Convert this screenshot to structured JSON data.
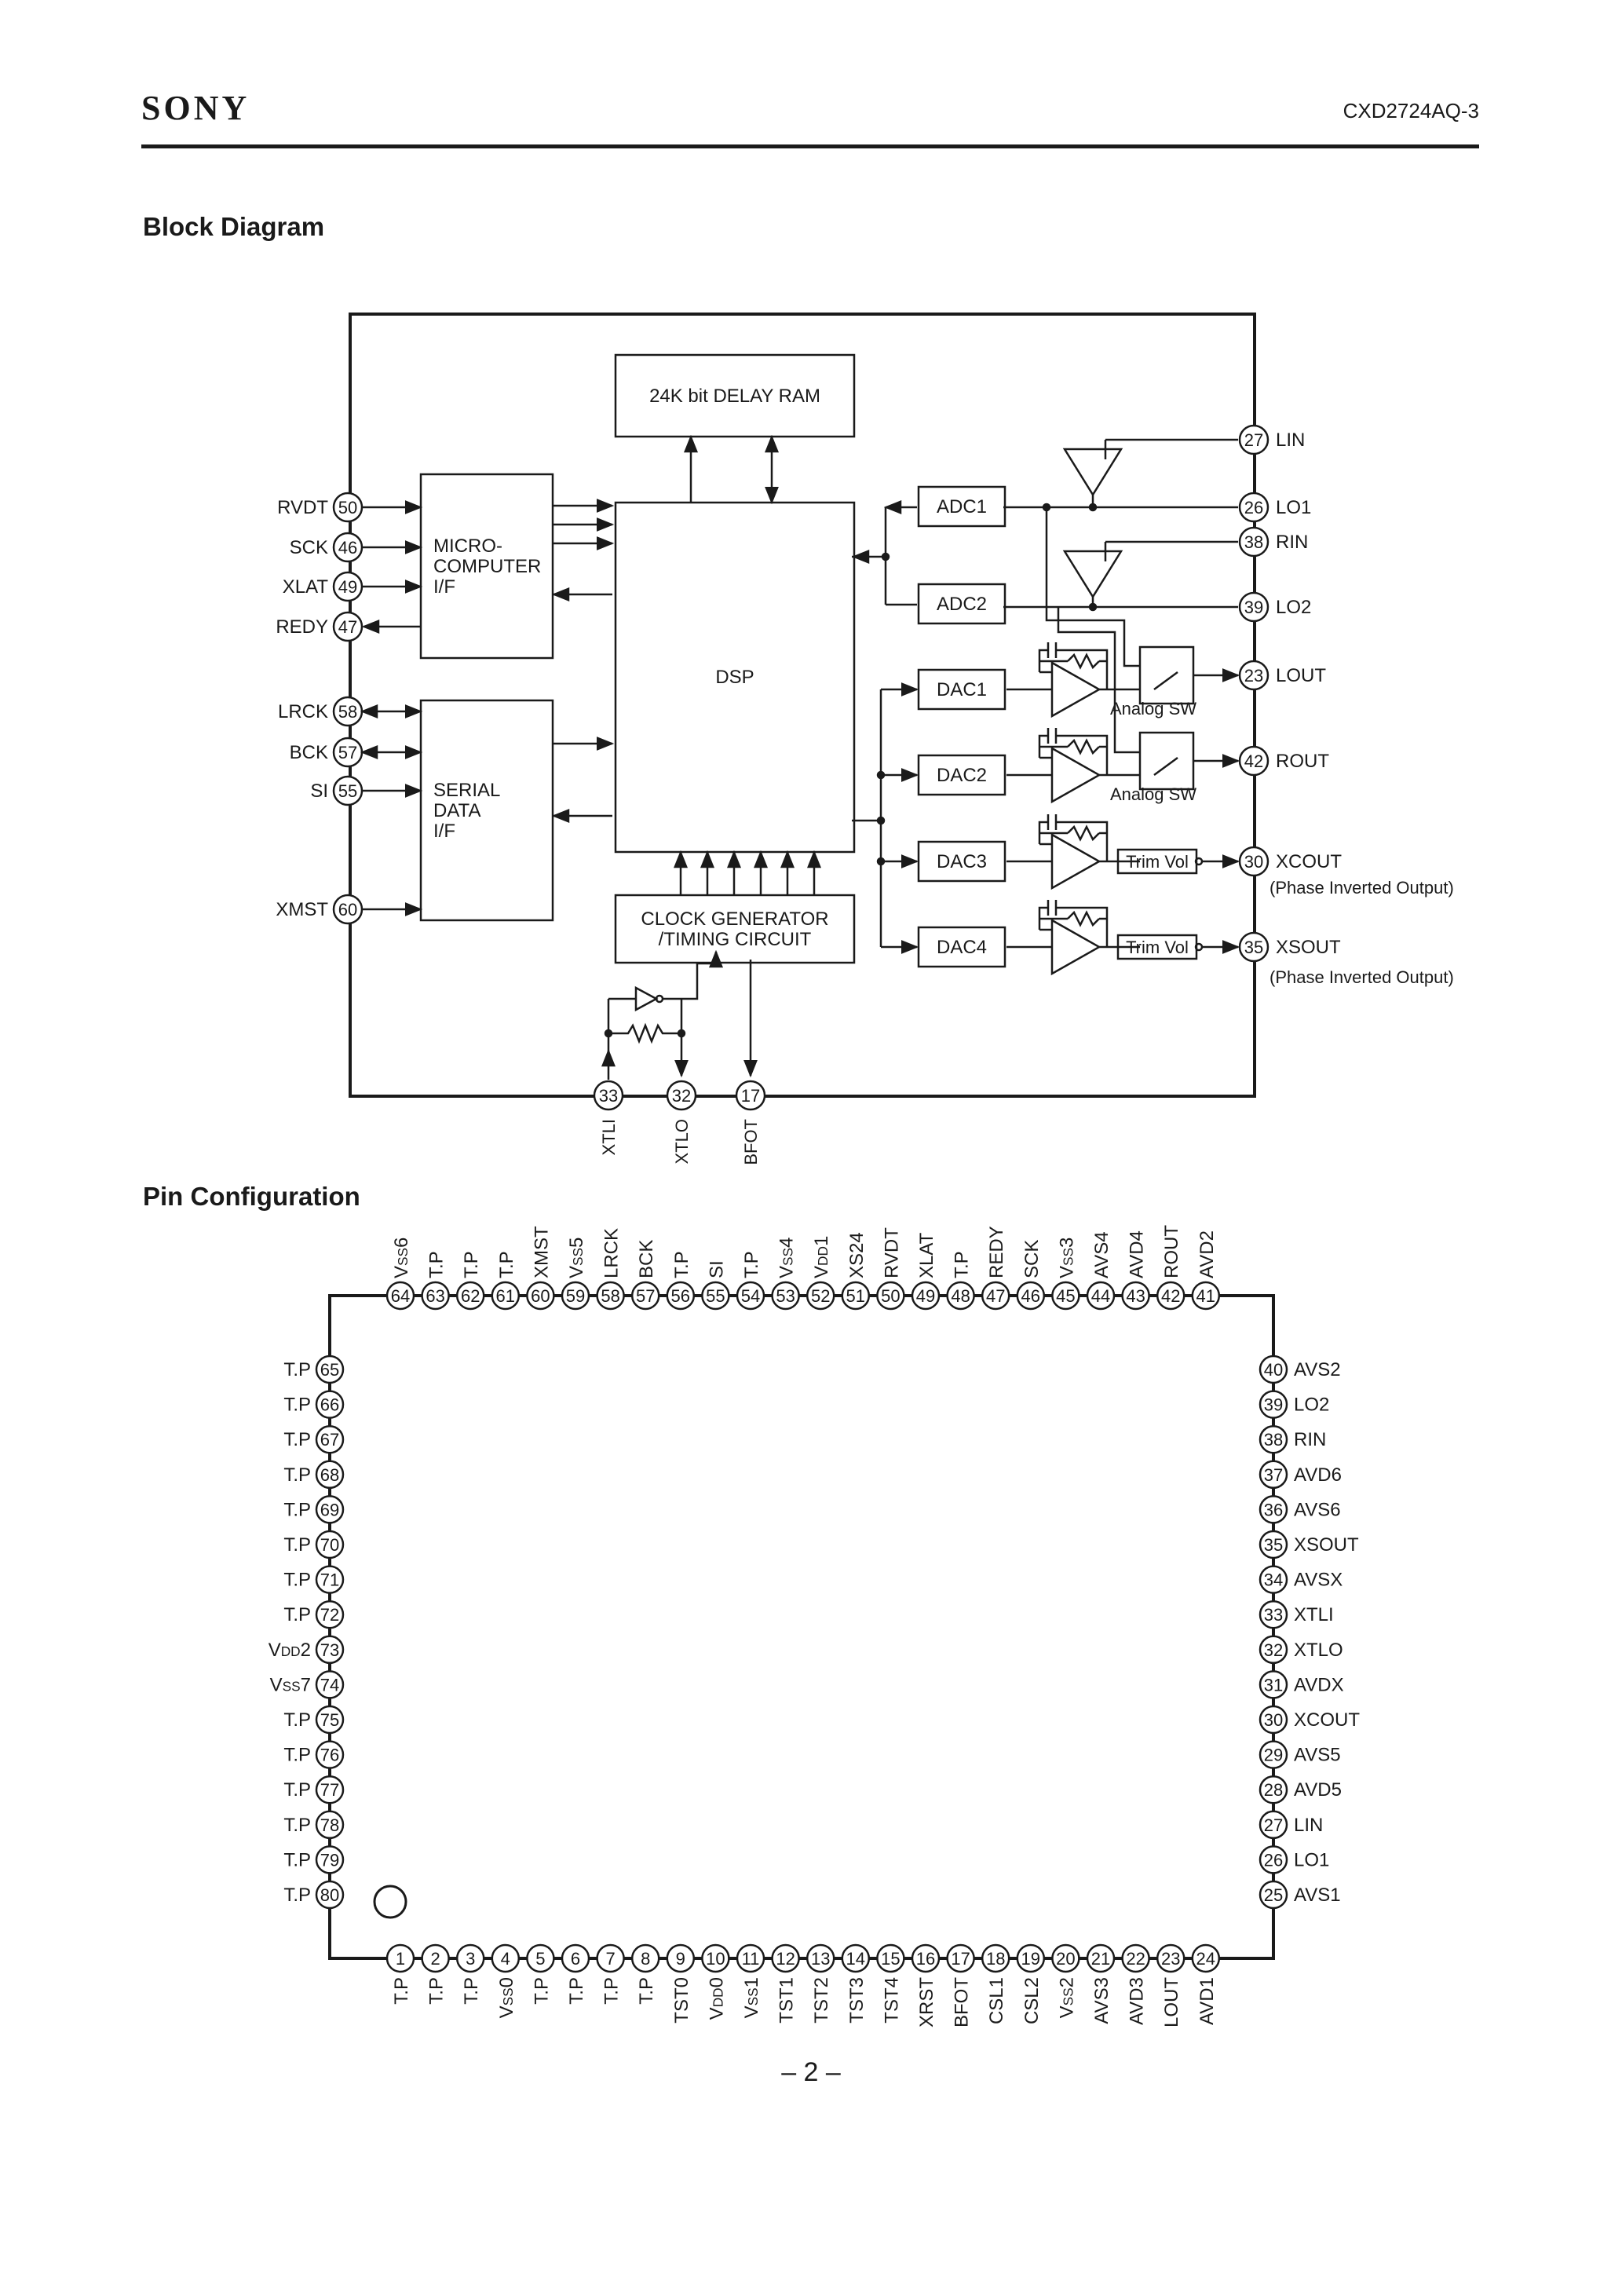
{
  "header": {
    "brand": "SONY",
    "doc_number": "CXD2724AQ-3"
  },
  "block_diagram": {
    "title": "Block Diagram",
    "blocks": {
      "delay_ram": "24K bit DELAY RAM",
      "micro": [
        "MICRO-",
        "COMPUTER",
        "I/F"
      ],
      "serial": [
        "SERIAL",
        "DATA",
        "I/F"
      ],
      "dsp": "DSP",
      "clock": [
        "CLOCK GENERATOR",
        "/TIMING CIRCUIT"
      ],
      "adc": [
        "ADC1",
        "ADC2"
      ],
      "dac": [
        "DAC1",
        "DAC2",
        "DAC3",
        "DAC4"
      ],
      "analog_sw": "Analog SW",
      "trim_vol": "Trim Vol",
      "phase_note": "(Phase Inverted Output)"
    },
    "left_pins": [
      {
        "num": "50",
        "name": "RVDT"
      },
      {
        "num": "46",
        "name": "SCK"
      },
      {
        "num": "49",
        "name": "XLAT"
      },
      {
        "num": "47",
        "name": "REDY"
      },
      {
        "num": "58",
        "name": "LRCK"
      },
      {
        "num": "57",
        "name": "BCK"
      },
      {
        "num": "55",
        "name": "SI"
      },
      {
        "num": "60",
        "name": "XMST"
      }
    ],
    "right_pins": [
      {
        "num": "27",
        "name": "LIN"
      },
      {
        "num": "26",
        "name": "LO1"
      },
      {
        "num": "38",
        "name": "RIN"
      },
      {
        "num": "39",
        "name": "LO2"
      },
      {
        "num": "23",
        "name": "LOUT"
      },
      {
        "num": "42",
        "name": "ROUT"
      },
      {
        "num": "30",
        "name": "XCOUT"
      },
      {
        "num": "35",
        "name": "XSOUT"
      }
    ],
    "bottom_pins": [
      {
        "num": "33",
        "name": "XTLI"
      },
      {
        "num": "32",
        "name": "XTLO"
      },
      {
        "num": "17",
        "name": "BFOT"
      }
    ]
  },
  "pin_config": {
    "title": "Pin Configuration",
    "top": [
      {
        "num": "64",
        "name": "VSS6"
      },
      {
        "num": "63",
        "name": "T.P"
      },
      {
        "num": "62",
        "name": "T.P"
      },
      {
        "num": "61",
        "name": "T.P"
      },
      {
        "num": "60",
        "name": "XMST"
      },
      {
        "num": "59",
        "name": "VSS5"
      },
      {
        "num": "58",
        "name": "LRCK"
      },
      {
        "num": "57",
        "name": "BCK"
      },
      {
        "num": "56",
        "name": "T.P"
      },
      {
        "num": "55",
        "name": "SI"
      },
      {
        "num": "54",
        "name": "T.P"
      },
      {
        "num": "53",
        "name": "VSS4"
      },
      {
        "num": "52",
        "name": "VDD1"
      },
      {
        "num": "51",
        "name": "XS24"
      },
      {
        "num": "50",
        "name": "RVDT"
      },
      {
        "num": "49",
        "name": "XLAT"
      },
      {
        "num": "48",
        "name": "T.P"
      },
      {
        "num": "47",
        "name": "REDY"
      },
      {
        "num": "46",
        "name": "SCK"
      },
      {
        "num": "45",
        "name": "VSS3"
      },
      {
        "num": "44",
        "name": "AVS4"
      },
      {
        "num": "43",
        "name": "AVD4"
      },
      {
        "num": "42",
        "name": "ROUT"
      },
      {
        "num": "41",
        "name": "AVD2"
      }
    ],
    "left": [
      {
        "num": "65",
        "name": "T.P"
      },
      {
        "num": "66",
        "name": "T.P"
      },
      {
        "num": "67",
        "name": "T.P"
      },
      {
        "num": "68",
        "name": "T.P"
      },
      {
        "num": "69",
        "name": "T.P"
      },
      {
        "num": "70",
        "name": "T.P"
      },
      {
        "num": "71",
        "name": "T.P"
      },
      {
        "num": "72",
        "name": "T.P"
      },
      {
        "num": "73",
        "name": "VDD2"
      },
      {
        "num": "74",
        "name": "VSS7"
      },
      {
        "num": "75",
        "name": "T.P"
      },
      {
        "num": "76",
        "name": "T.P"
      },
      {
        "num": "77",
        "name": "T.P"
      },
      {
        "num": "78",
        "name": "T.P"
      },
      {
        "num": "79",
        "name": "T.P"
      },
      {
        "num": "80",
        "name": "T.P"
      }
    ],
    "right": [
      {
        "num": "40",
        "name": "AVS2"
      },
      {
        "num": "39",
        "name": "LO2"
      },
      {
        "num": "38",
        "name": "RIN"
      },
      {
        "num": "37",
        "name": "AVD6"
      },
      {
        "num": "36",
        "name": "AVS6"
      },
      {
        "num": "35",
        "name": "XSOUT"
      },
      {
        "num": "34",
        "name": "AVSX"
      },
      {
        "num": "33",
        "name": "XTLI"
      },
      {
        "num": "32",
        "name": "XTLO"
      },
      {
        "num": "31",
        "name": "AVDX"
      },
      {
        "num": "30",
        "name": "XCOUT"
      },
      {
        "num": "29",
        "name": "AVS5"
      },
      {
        "num": "28",
        "name": "AVD5"
      },
      {
        "num": "27",
        "name": "LIN"
      },
      {
        "num": "26",
        "name": "LO1"
      },
      {
        "num": "25",
        "name": "AVS1"
      }
    ],
    "bottom": [
      {
        "num": "1",
        "name": "T.P"
      },
      {
        "num": "2",
        "name": "T.P"
      },
      {
        "num": "3",
        "name": "T.P"
      },
      {
        "num": "4",
        "name": "VSS0"
      },
      {
        "num": "5",
        "name": "T.P"
      },
      {
        "num": "6",
        "name": "T.P"
      },
      {
        "num": "7",
        "name": "T.P"
      },
      {
        "num": "8",
        "name": "T.P"
      },
      {
        "num": "9",
        "name": "TST0"
      },
      {
        "num": "10",
        "name": "VDD0"
      },
      {
        "num": "11",
        "name": "VSS1"
      },
      {
        "num": "12",
        "name": "TST1"
      },
      {
        "num": "13",
        "name": "TST2"
      },
      {
        "num": "14",
        "name": "TST3"
      },
      {
        "num": "15",
        "name": "TST4"
      },
      {
        "num": "16",
        "name": "XRST"
      },
      {
        "num": "17",
        "name": "BFOT"
      },
      {
        "num": "18",
        "name": "CSL1"
      },
      {
        "num": "19",
        "name": "CSL2"
      },
      {
        "num": "20",
        "name": "VSS2"
      },
      {
        "num": "21",
        "name": "AVS3"
      },
      {
        "num": "22",
        "name": "AVD3"
      },
      {
        "num": "23",
        "name": "LOUT"
      },
      {
        "num": "24",
        "name": "AVD1"
      }
    ]
  },
  "footer": {
    "page": "– 2 –"
  }
}
